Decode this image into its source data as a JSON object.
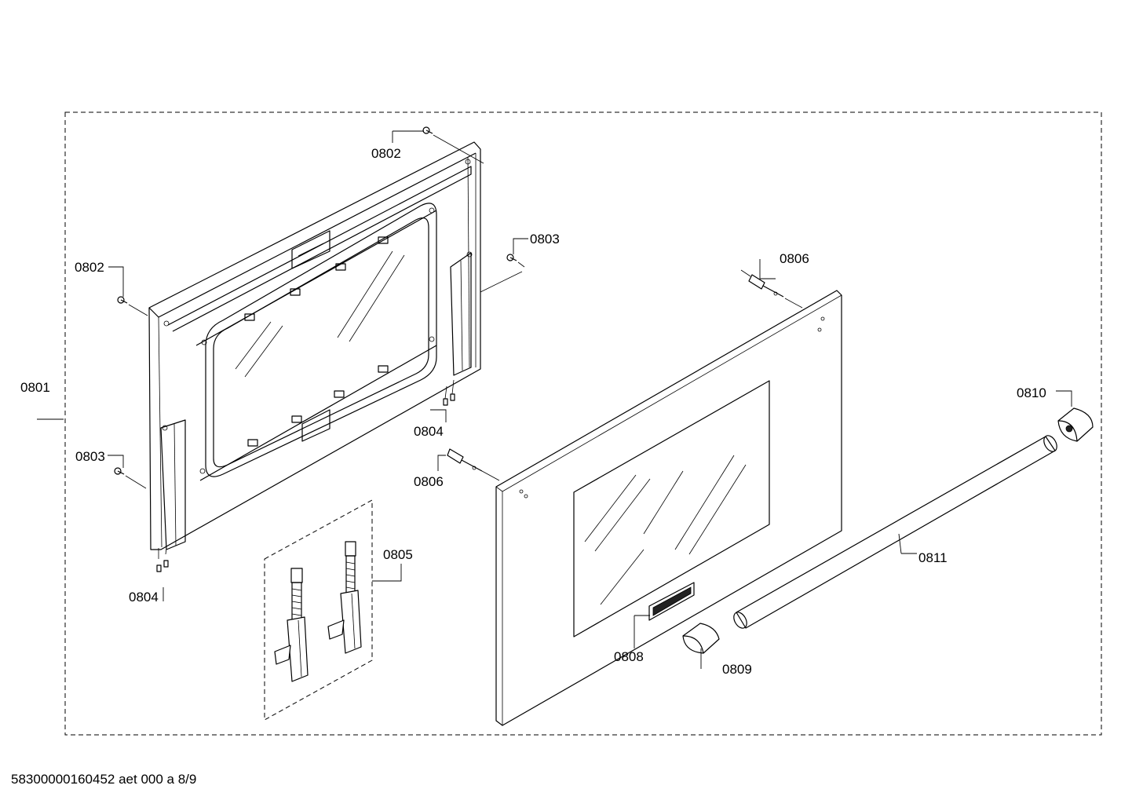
{
  "diagram": {
    "part_labels": {
      "p0801": "0801",
      "p0802a": "0802",
      "p0802b": "0802",
      "p0803a": "0803",
      "p0803b": "0803",
      "p0804a": "0804",
      "p0804b": "0804",
      "p0805": "0805",
      "p0806a": "0806",
      "p0806b": "0806",
      "p0808": "0808",
      "p0809": "0809",
      "p0810": "0810",
      "p0811": "0811"
    },
    "footer_code": "58300000160452 aet 000 a 8/9"
  }
}
